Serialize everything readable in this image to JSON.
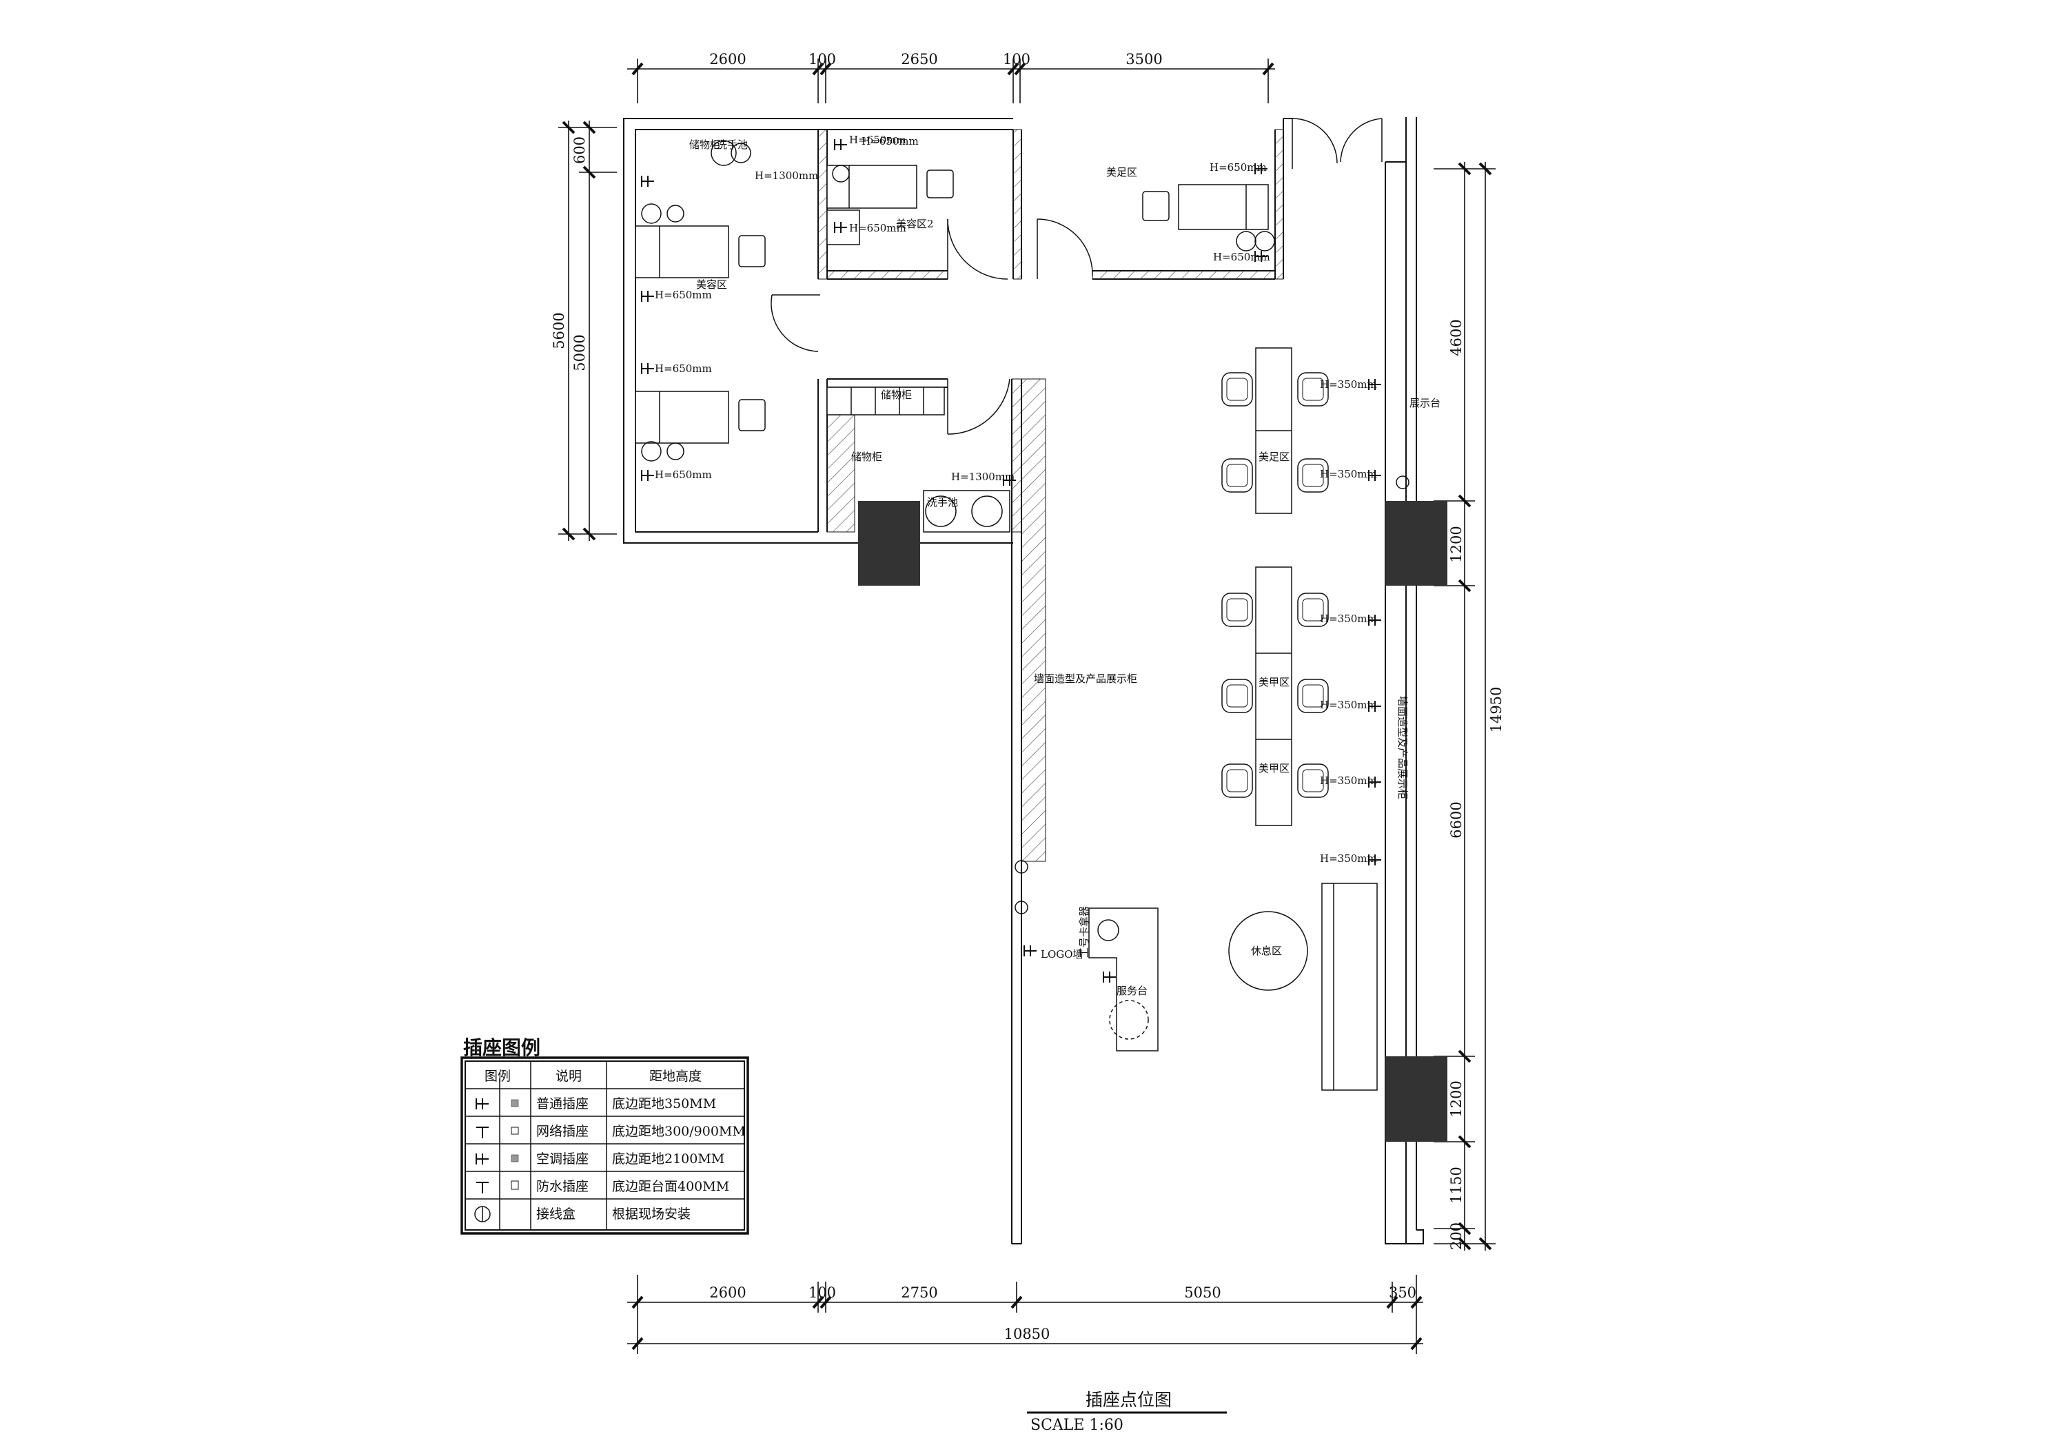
{
  "drawing": {
    "title": "插座点位图",
    "scale": "SCALE 1:60"
  },
  "dims": {
    "top": [
      "2600",
      "100",
      "2650",
      "100",
      "3500"
    ],
    "bottom": [
      "2600",
      "100",
      "2750",
      "5050",
      "350"
    ],
    "total": "10850",
    "left_outer": "5600",
    "left_inner": [
      "600",
      "5000"
    ],
    "right_outer": "14950",
    "right_inner": [
      "4600",
      "1200",
      "6600",
      "1200",
      "1150",
      "200"
    ]
  },
  "rooms": {
    "beauty_area": "美容区",
    "beauty_area_2": "美容区2",
    "foot_area": "美足区",
    "storage": "储物柜",
    "storage_top": "储物柜",
    "wash_basin": "洗手池",
    "wash_basin_top": "洗手池",
    "manicure_1": "美足区",
    "manicure_2": "美甲区",
    "manicure_3": "美甲区",
    "rest_area": "休息区",
    "reception": "服务台",
    "logo": "LOGO墙",
    "display_wall": "墙面造型及产品展示柜",
    "display_cabinet": "展示台",
    "display_right": "墙面造型及产品展示柜",
    "cashier": "工号卡拿器"
  },
  "heights": {
    "h1300": "H=1300mm",
    "h1300b": "H=1300mm",
    "h650a": "H=650mm",
    "h650b": "H=650mm",
    "h650c": "H=650mm",
    "h650d": "H=650mm",
    "h650e": "H=650mm",
    "h650f": "H=650mm",
    "h650g": "H=650mm",
    "h650h": "H=650mm",
    "h350a": "H=350mm",
    "h350b": "H=350mm",
    "h350c": "H=350mm",
    "h350d": "H=350mm",
    "h350e": "H=350mm",
    "h350f": "H=350mm"
  },
  "legend": {
    "title": "插座图例",
    "headers": [
      "图例",
      "说明",
      "距地高度"
    ],
    "rows": [
      {
        "desc": "普通插座",
        "height": "底边距地350MM"
      },
      {
        "desc": "网络插座",
        "height": "底边距地300/900MM"
      },
      {
        "desc": "空调插座",
        "height": "底边距地2100MM"
      },
      {
        "desc": "防水插座",
        "height": "底边距台面400MM"
      },
      {
        "desc": "接线盒",
        "height": "根据现场安装"
      }
    ]
  }
}
